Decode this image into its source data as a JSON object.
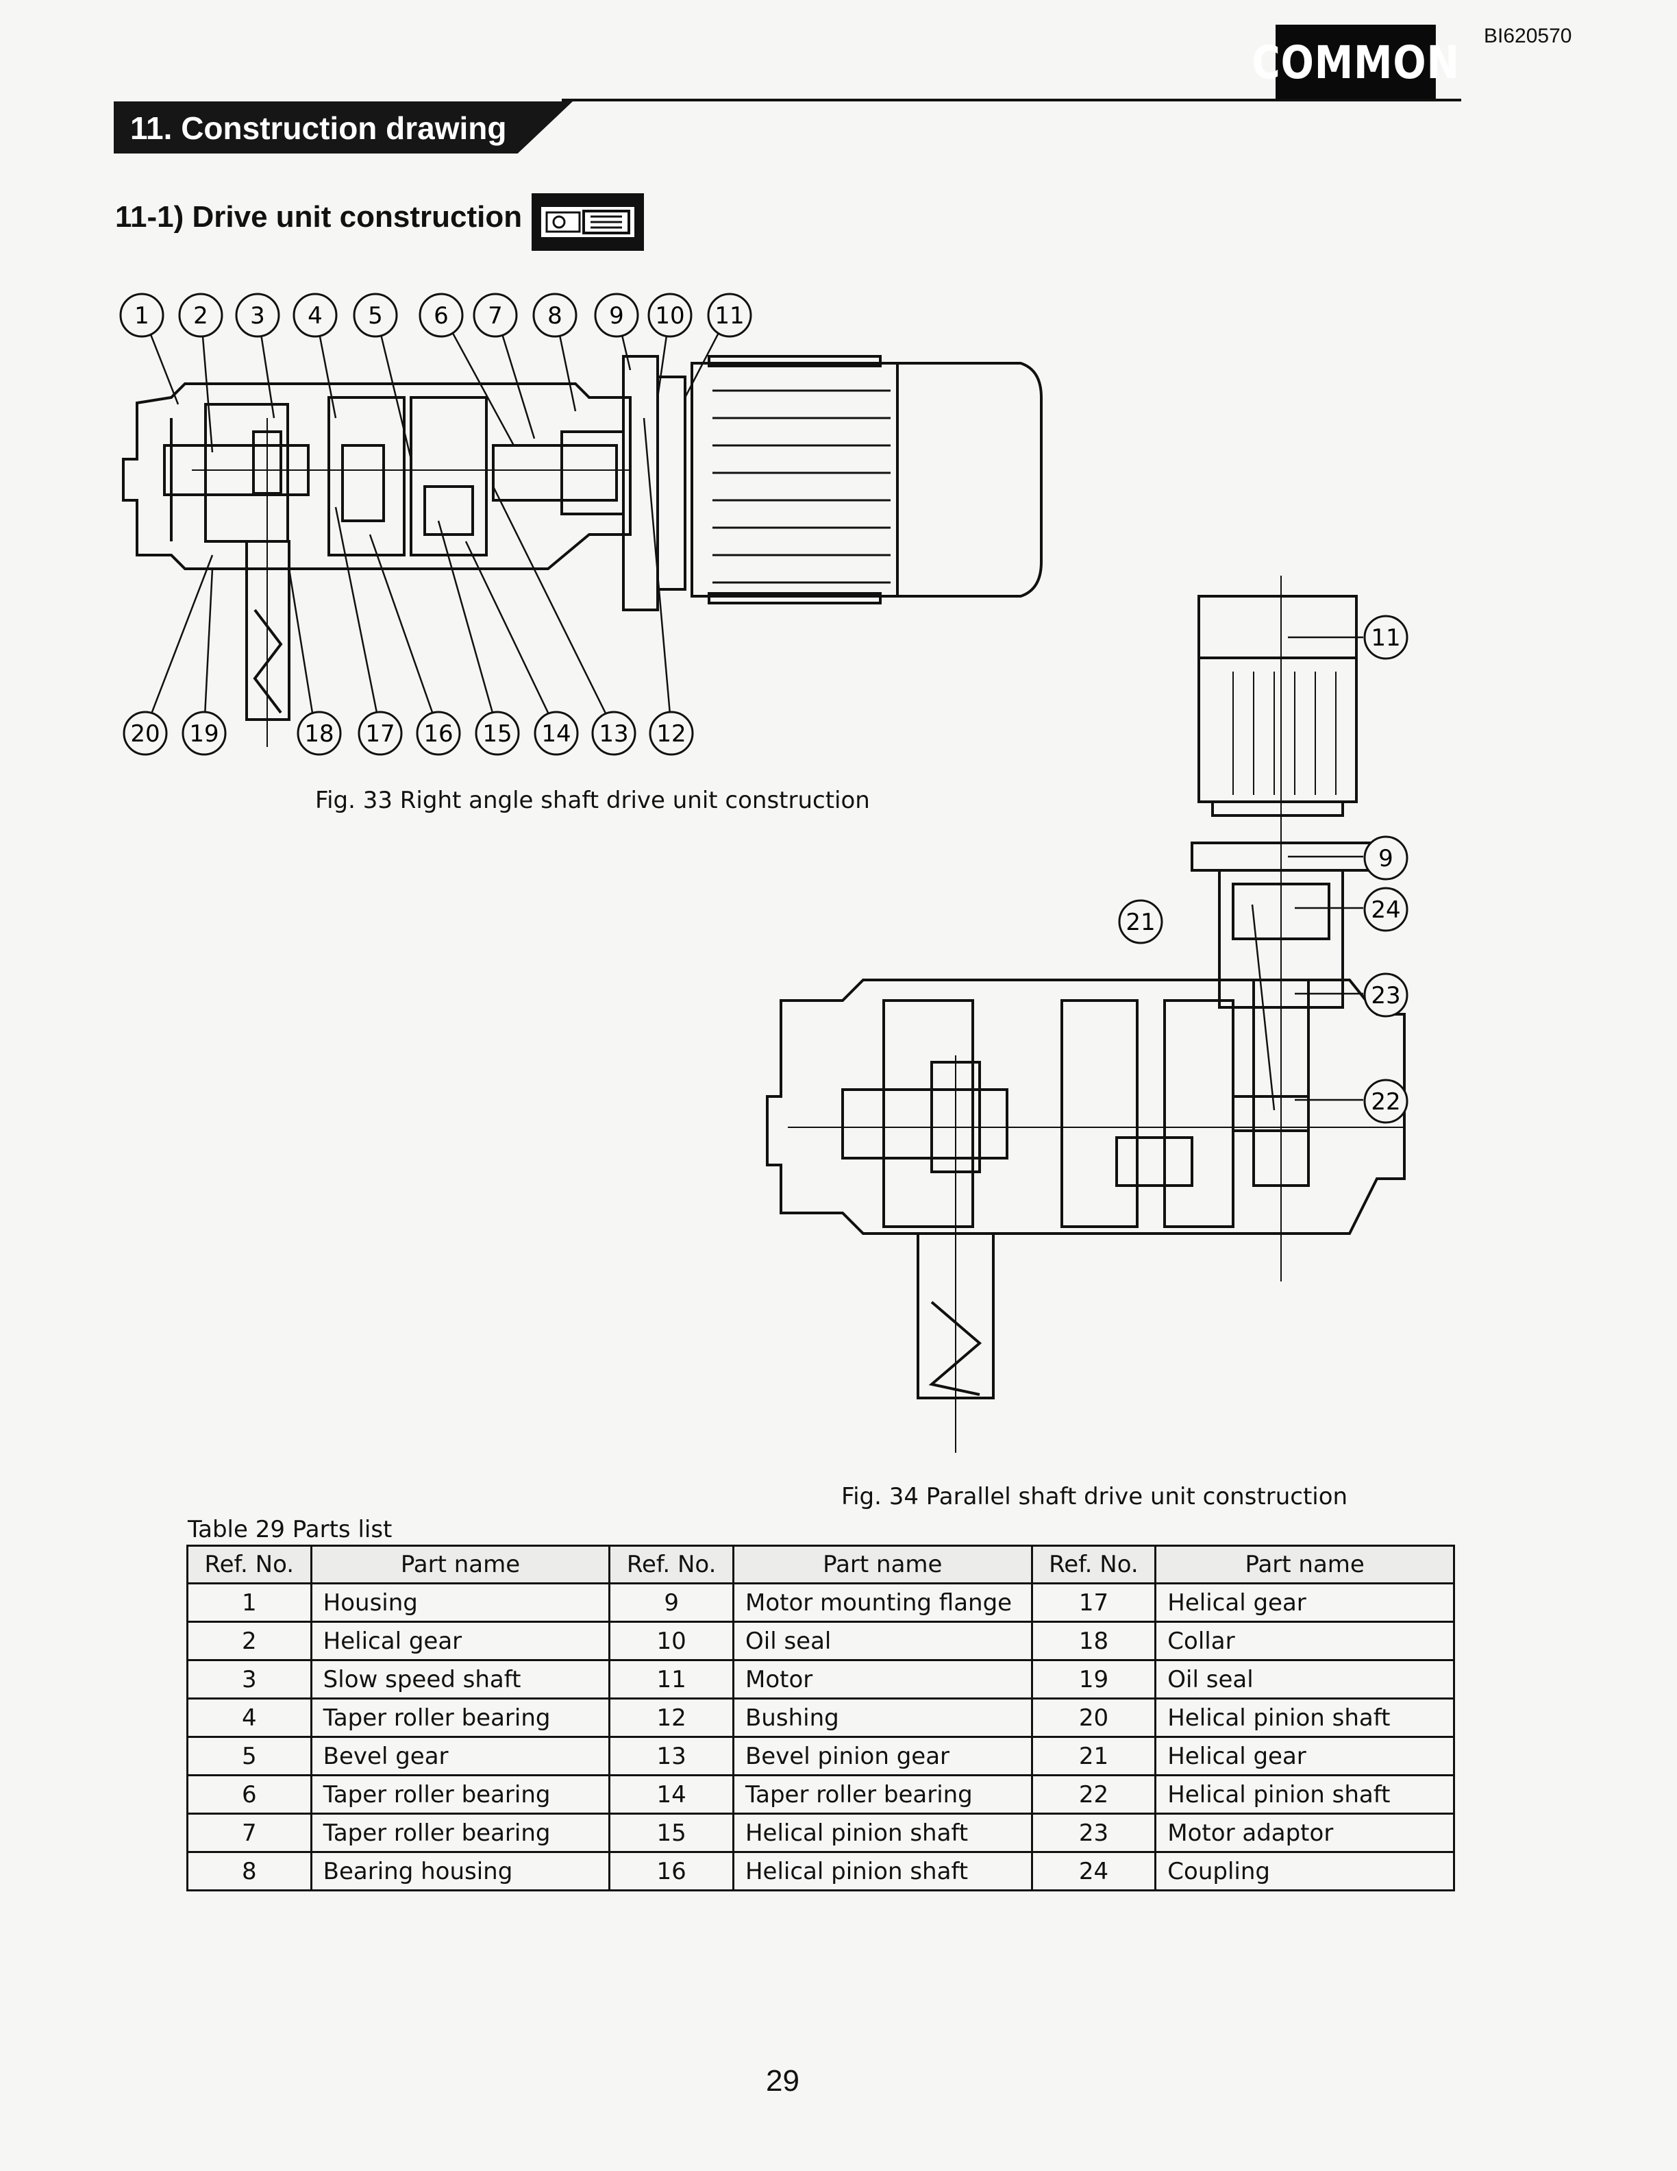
{
  "header": {
    "badge": "COMMON",
    "doc_id": "BI620570",
    "section_title": "11. Construction drawing",
    "subsection_title": "11-1) Drive unit construction"
  },
  "figure33": {
    "caption": "Fig. 33  Right angle shaft drive unit construction",
    "callouts_top": [
      "1",
      "2",
      "3",
      "4",
      "5",
      "6",
      "7",
      "8",
      "9",
      "10",
      "11"
    ],
    "callouts_bottom": [
      "20",
      "19",
      "18",
      "17",
      "16",
      "15",
      "14",
      "13",
      "12"
    ]
  },
  "figure34": {
    "caption": "Fig. 34  Parallel shaft drive unit construction",
    "callouts": [
      "11",
      "9",
      "24",
      "21",
      "23",
      "22"
    ]
  },
  "table": {
    "caption": "Table 29  Parts list",
    "headers": [
      "Ref. No.",
      "Part name",
      "Ref. No.",
      "Part name",
      "Ref. No.",
      "Part name"
    ],
    "rows": [
      [
        "1",
        "Housing",
        "9",
        "Motor mounting flange",
        "17",
        "Helical gear"
      ],
      [
        "2",
        "Helical gear",
        "10",
        "Oil seal",
        "18",
        "Collar"
      ],
      [
        "3",
        "Slow speed shaft",
        "11",
        "Motor",
        "19",
        "Oil seal"
      ],
      [
        "4",
        "Taper roller bearing",
        "12",
        "Bushing",
        "20",
        "Helical pinion shaft"
      ],
      [
        "5",
        "Bevel gear",
        "13",
        "Bevel pinion gear",
        "21",
        "Helical gear"
      ],
      [
        "6",
        "Taper roller bearing",
        "14",
        "Taper roller bearing",
        "22",
        "Helical pinion shaft"
      ],
      [
        "7",
        "Taper roller bearing",
        "15",
        "Helical pinion shaft",
        "23",
        "Motor adaptor"
      ],
      [
        "8",
        "Bearing housing",
        "16",
        "Helical pinion shaft",
        "24",
        "Coupling"
      ]
    ]
  },
  "page_number": "29"
}
